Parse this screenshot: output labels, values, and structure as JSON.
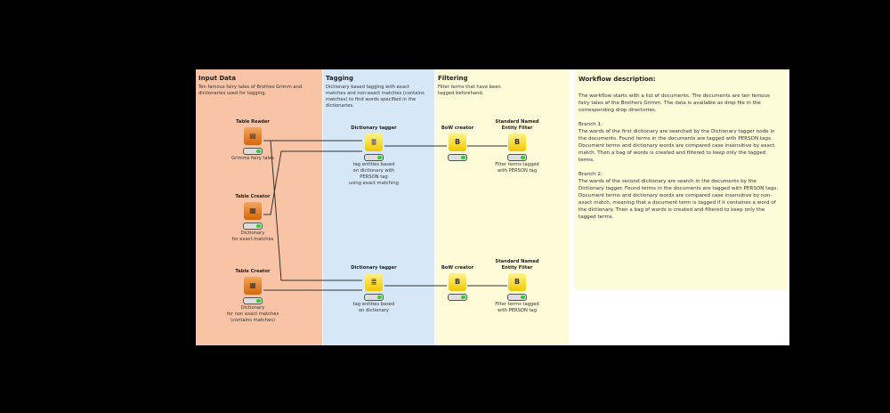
{
  "panels": {
    "input": {
      "title": "Input Data",
      "desc": "Ten famous fairy tales of Brothes Grimm and dictionaries used for tagging.",
      "color": "#f9c3a6"
    },
    "tagging": {
      "title": "Tagging",
      "desc": "Dictionary based tagging with exact matches and non-exact matches (contains matches) to find words specified in the dictionaries.",
      "color": "#d6e8f8"
    },
    "filtering": {
      "title": "Filtering",
      "desc": "Filter terms that have been tagged beforehand.",
      "color": "#fdfbd8"
    }
  },
  "nodes": {
    "reader": {
      "name": "Table Reader",
      "label": "Grimms fairy tales"
    },
    "creator1": {
      "name": "Table Creator",
      "label": "Dictionary\nfor exact matches"
    },
    "creator2": {
      "name": "Table Creator",
      "label": "Dictionary\nfor non exact matches\n(contains matches)"
    },
    "tagger1": {
      "name": "Dictionary tagger",
      "label": "tag entities based\non dictionary with\nPERSON tag\nusing exact matching"
    },
    "tagger2": {
      "name": "Dictionary tagger",
      "label": "tag entities based\non dictionary"
    },
    "bow1": {
      "name": "BoW creator",
      "label": ""
    },
    "bow2": {
      "name": "BoW creator",
      "label": ""
    },
    "filter1": {
      "name": "Standard Named\nEntity Filter",
      "label": "Filter terms tagged\nwith PERSON tag"
    },
    "filter2": {
      "name": "Standard Named\nEntity Filter",
      "label": "Filter terms tagged\nwith PERSON tag"
    }
  },
  "description": {
    "title": "Workflow description:",
    "p1": "The workflow starts with a list of documents. The documents are ten famous fairy tales of the Brothers Grimm. The data is available as drop file in the corresponding drop directories.",
    "b1_title": "Branch 1:",
    "b1": "The words of the first dictionary are searched by the Dictionary tagger node in the documents. Found terms in the documents are tagged with PERSON tags. Document terms and dictionary words are compared case insensitive by exact match. Then a bag of words is created and filtered to keep only the tagged terms.",
    "b2_title": "Branch 2:",
    "b2": "The words of the second dictionary are search in the documents by the Dictionary tagger. Found terms in the documents are tagged with PERSON tags. Document terms and dictionary words are compared case insensitive by non-exact match, meaning that a document term is tagged if it containes a word of the dictionary. Then a bag of words is created and filtered to keep only the tagged terms."
  }
}
